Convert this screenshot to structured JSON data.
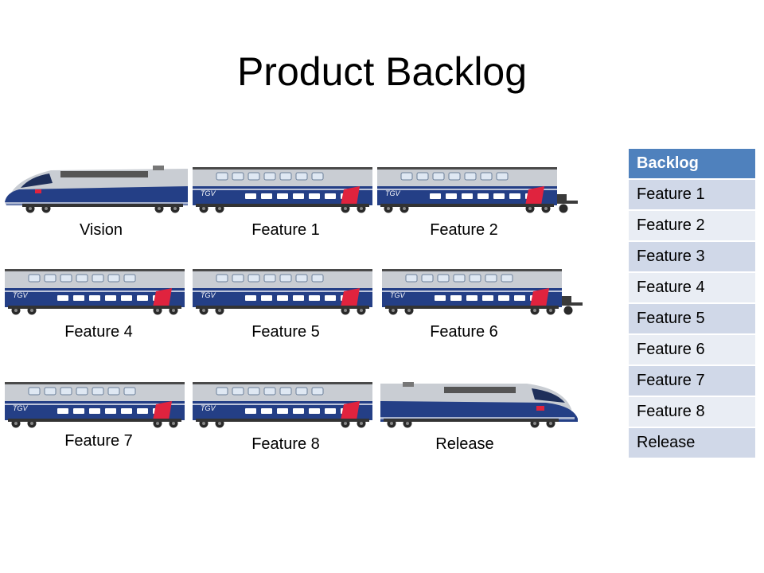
{
  "title": "Product Backlog",
  "train_cars": [
    {
      "id": "vision",
      "kind": "locomotive-left",
      "label": "Vision"
    },
    {
      "id": "feature1",
      "kind": "coach",
      "label": "Feature 1"
    },
    {
      "id": "feature2",
      "kind": "coach-end",
      "label": "Feature 2"
    },
    {
      "id": "feature4",
      "kind": "coach",
      "label": "Feature 4"
    },
    {
      "id": "feature5",
      "kind": "coach",
      "label": "Feature 5"
    },
    {
      "id": "feature6",
      "kind": "coach-end",
      "label": "Feature 6"
    },
    {
      "id": "feature7",
      "kind": "coach",
      "label": "Feature 7"
    },
    {
      "id": "feature8",
      "kind": "coach",
      "label": "Feature 8"
    },
    {
      "id": "release",
      "kind": "locomotive-right",
      "label": "Release"
    }
  ],
  "backlog_table": {
    "header": "Backlog",
    "rows": [
      "Feature 1",
      "Feature 2",
      "Feature 3",
      "Feature 4",
      "Feature 5",
      "Feature 6",
      "Feature 7",
      "Feature 8",
      "Release"
    ]
  },
  "colors": {
    "train_blue": "#243f86",
    "train_silver": "#c9cdd3",
    "accent_red": "#e0233e",
    "table_header": "#4f81bd",
    "row_dark": "#d0d8e8",
    "row_light": "#e9edf4"
  }
}
